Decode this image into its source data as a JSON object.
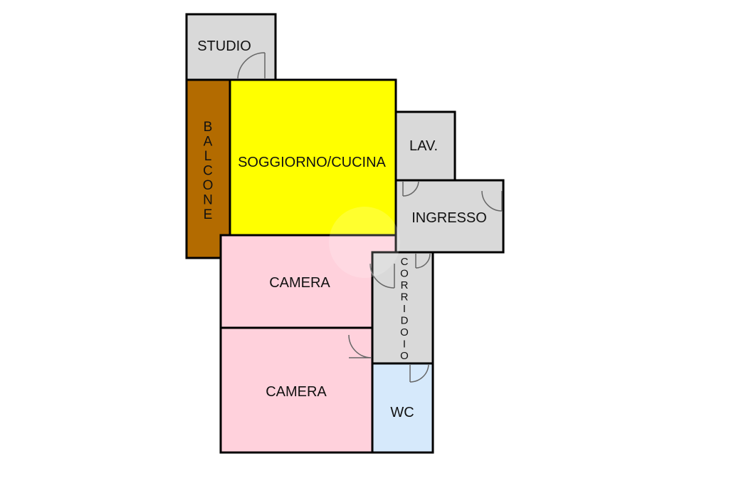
{
  "colors": {
    "studio": "#d9d9d9",
    "balcone": "#b36b00",
    "soggiorno": "#ffff00",
    "service": "#d9d9d9",
    "camera": "#ffd1dc",
    "wc": "#d6e9fb",
    "wall": "#000000"
  },
  "rooms": {
    "studio": "STUDIO",
    "balcone": [
      "B",
      "A",
      "L",
      "C",
      "O",
      "N",
      "E"
    ],
    "soggiorno": "SOGGIORNO/CUCINA",
    "lav": "LAV.",
    "ingresso": "INGRESSO",
    "corridoio": [
      "C",
      "O",
      "R",
      "R",
      "I",
      "D",
      "O",
      "I",
      "O"
    ],
    "camera_1": "CAMERA",
    "camera_2": "CAMERA",
    "wc": "WC"
  }
}
